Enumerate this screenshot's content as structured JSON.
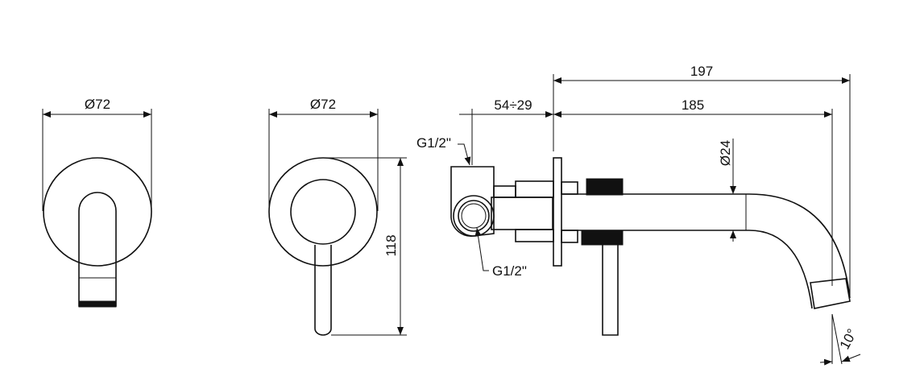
{
  "drawing": {
    "view_front_spout": {
      "diameter_label": "Ø72"
    },
    "view_front_mixer": {
      "diameter_label": "Ø72",
      "height_label": "118"
    },
    "view_side": {
      "total_length_label": "197",
      "spout_length_label": "185",
      "wall_depth_label": "54÷29",
      "pipe_diameter_label": "Ø24",
      "inlet_top_label": "G1/2\"",
      "inlet_bottom_label": "G1/2\"",
      "angle_label": "10°"
    }
  }
}
